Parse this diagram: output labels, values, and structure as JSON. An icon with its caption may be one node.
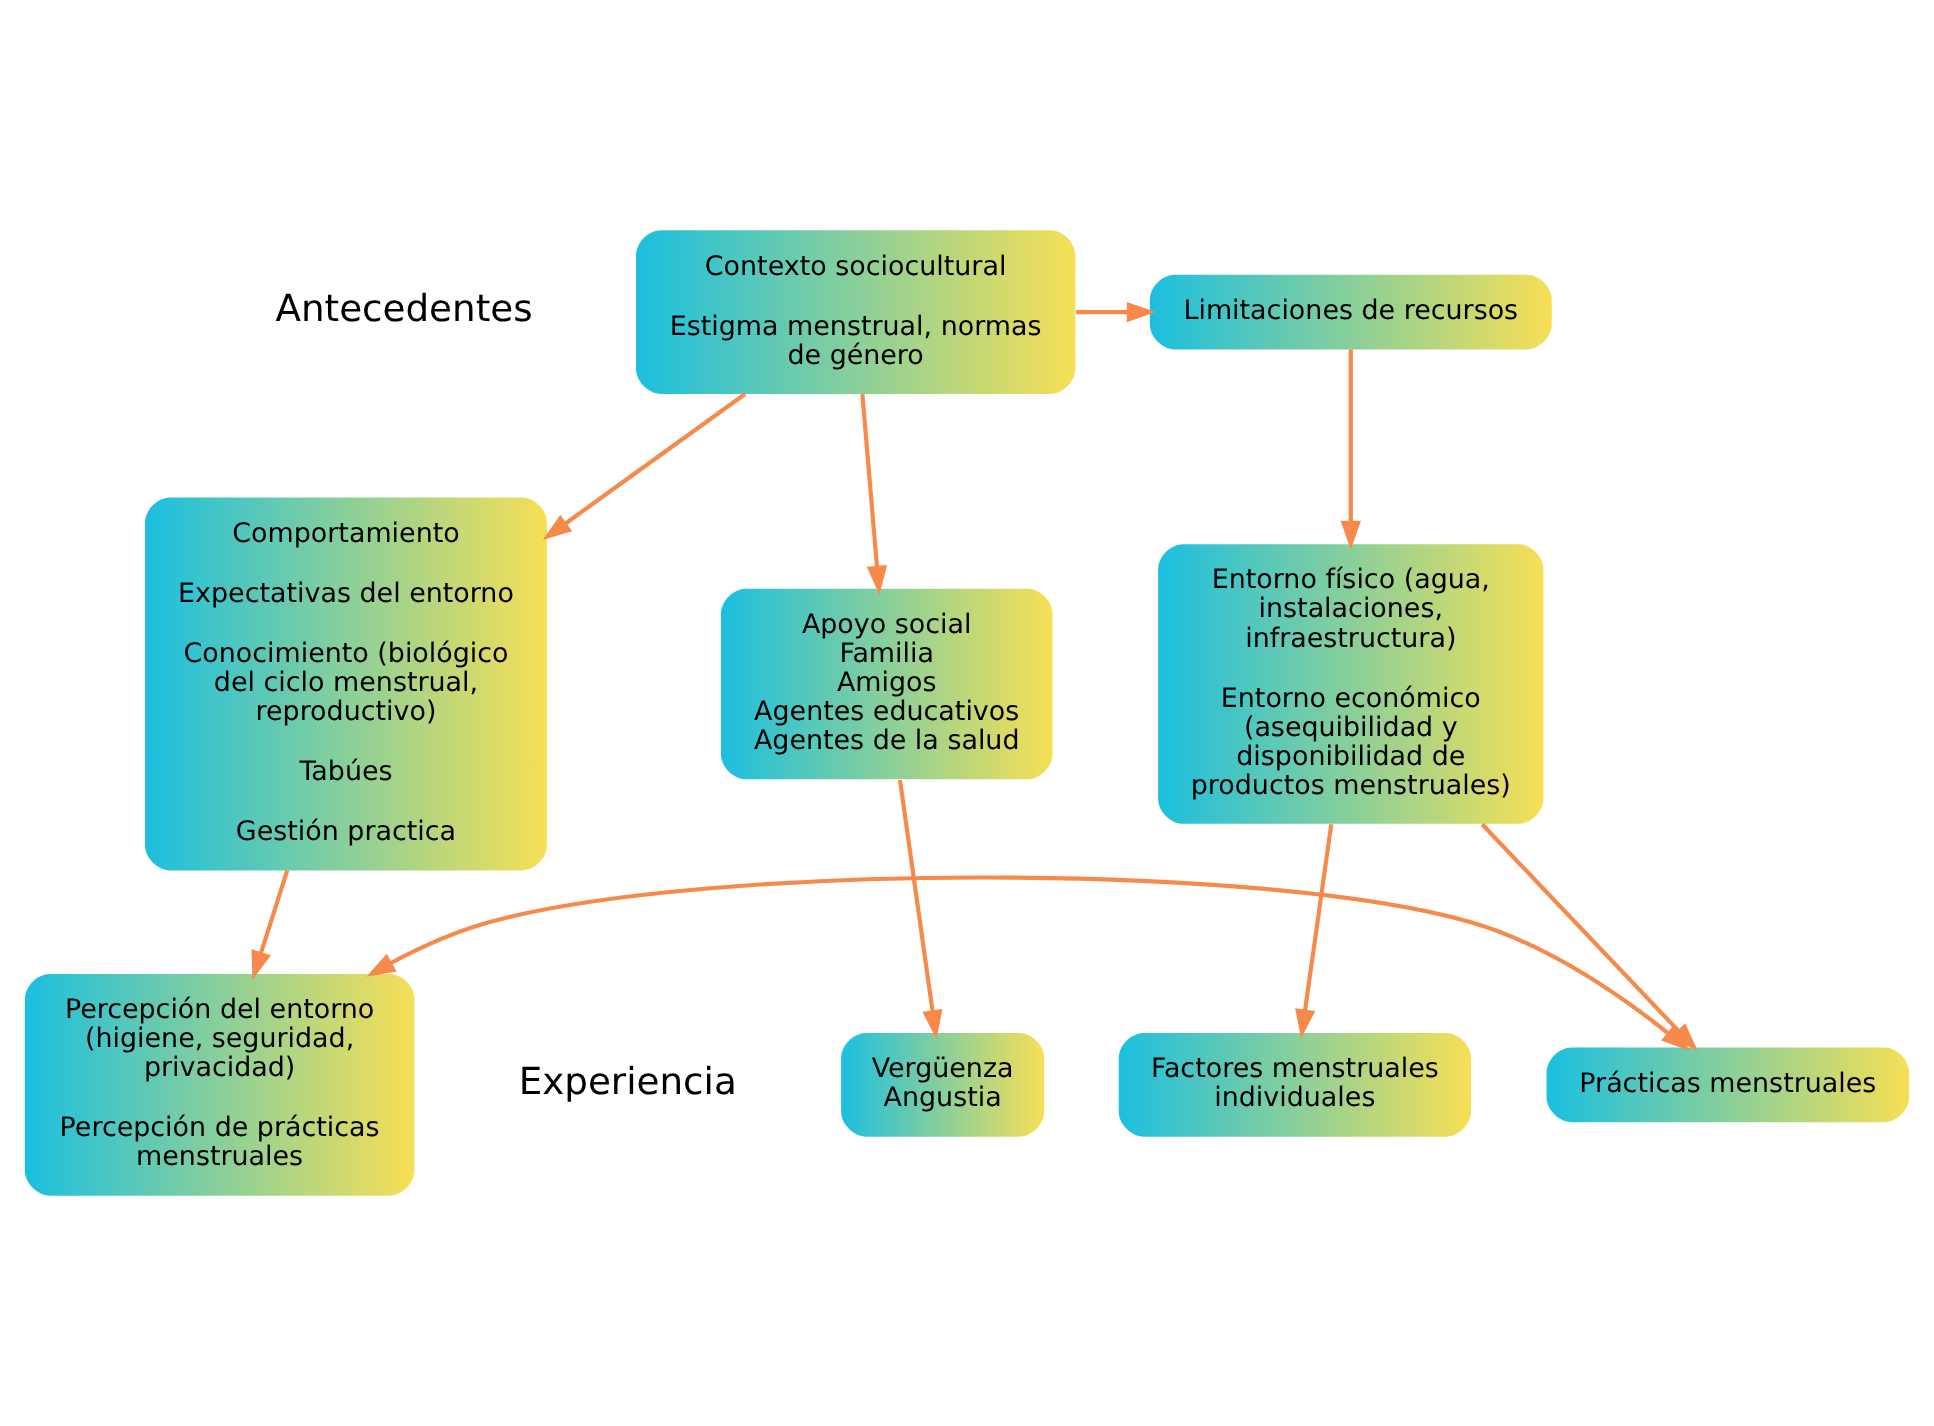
{
  "diagram": {
    "nodes": [
      {
        "text": [
          "Contexto sociocultural",
          "Estigma menstrual, normas de género"
        ]
      },
      {
        "text": [
          "Limitaciones de recursos"
        ]
      },
      {
        "text": [
          "Apoyo social",
          "Familia",
          "Amigos",
          "Agentes educativos",
          "Agentes de la salud"
        ]
      },
      {
        "text": [
          "Comportamiento",
          "Expectativas del entorno",
          "Conocimiento (biológico del ciclo menstrual, reproductivo)",
          "Tabúes",
          "Gestión practica"
        ]
      },
      {
        "text": [
          "Entorno físico (agua, instalaciones, infraestructura)",
          "Entorno económico (asequibilidad y disponibilidad de productos menstruales)"
        ]
      },
      {
        "text": [
          "Vergüenza",
          "Angustia"
        ]
      },
      {
        "text": [
          "Percepción del entorno (higiene, seguridad, privacidad)",
          "Percepción de prácticas menstruales"
        ]
      },
      {
        "text": [
          "Prácticas menstruales"
        ]
      },
      {
        "text": [
          "Factores menstruales individuales"
        ]
      }
    ],
    "edges": [
      {
        "from": 0,
        "to": 1,
        "arrow": "to"
      },
      {
        "from": 0,
        "to": 2,
        "arrow": "to"
      },
      {
        "from": 0,
        "to": 3,
        "arrow": "to"
      },
      {
        "from": 1,
        "to": 4,
        "arrow": "to"
      },
      {
        "from": 2,
        "to": 5,
        "arrow": "to"
      },
      {
        "from": 3,
        "to": 6,
        "arrow": "to"
      },
      {
        "from": 6,
        "to": 7,
        "arrow": "both"
      },
      {
        "from": 4,
        "to": 7,
        "arrow": "to"
      },
      {
        "from": 4,
        "to": 8,
        "arrow": "to"
      }
    ],
    "labels": [
      "Antecedentes",
      "Experiencia"
    ]
  }
}
